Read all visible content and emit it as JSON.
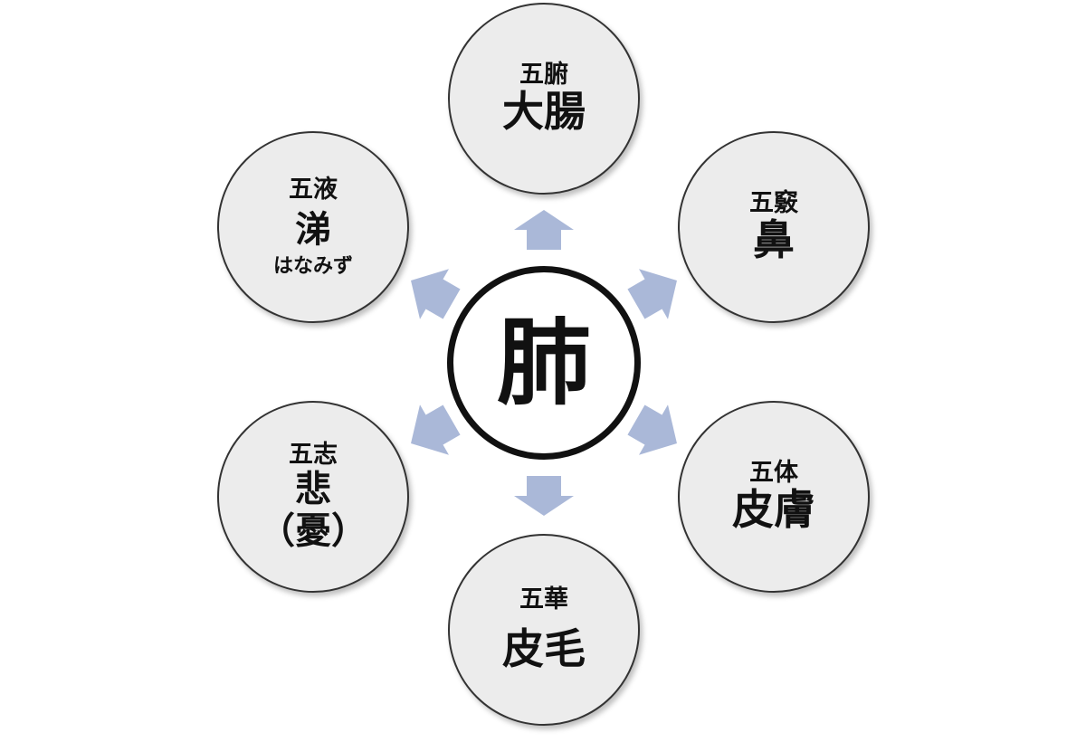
{
  "center": {
    "label": "肺"
  },
  "nodes": {
    "top": {
      "category": "五腑",
      "value": "大腸"
    },
    "upper_right": {
      "category": "五竅",
      "value": "鼻"
    },
    "lower_right": {
      "category": "五体",
      "value": "皮膚"
    },
    "bottom": {
      "category": "五華",
      "value": "皮毛"
    },
    "lower_left": {
      "category": "五志",
      "value": "悲",
      "extra": "（憂）"
    },
    "upper_left": {
      "category": "五液",
      "value": "涕",
      "reading": "はなみず"
    }
  },
  "colors": {
    "arrow": "#aab8d8",
    "node_fill": "#ececec",
    "node_border": "#333333",
    "center_border": "#111111"
  }
}
